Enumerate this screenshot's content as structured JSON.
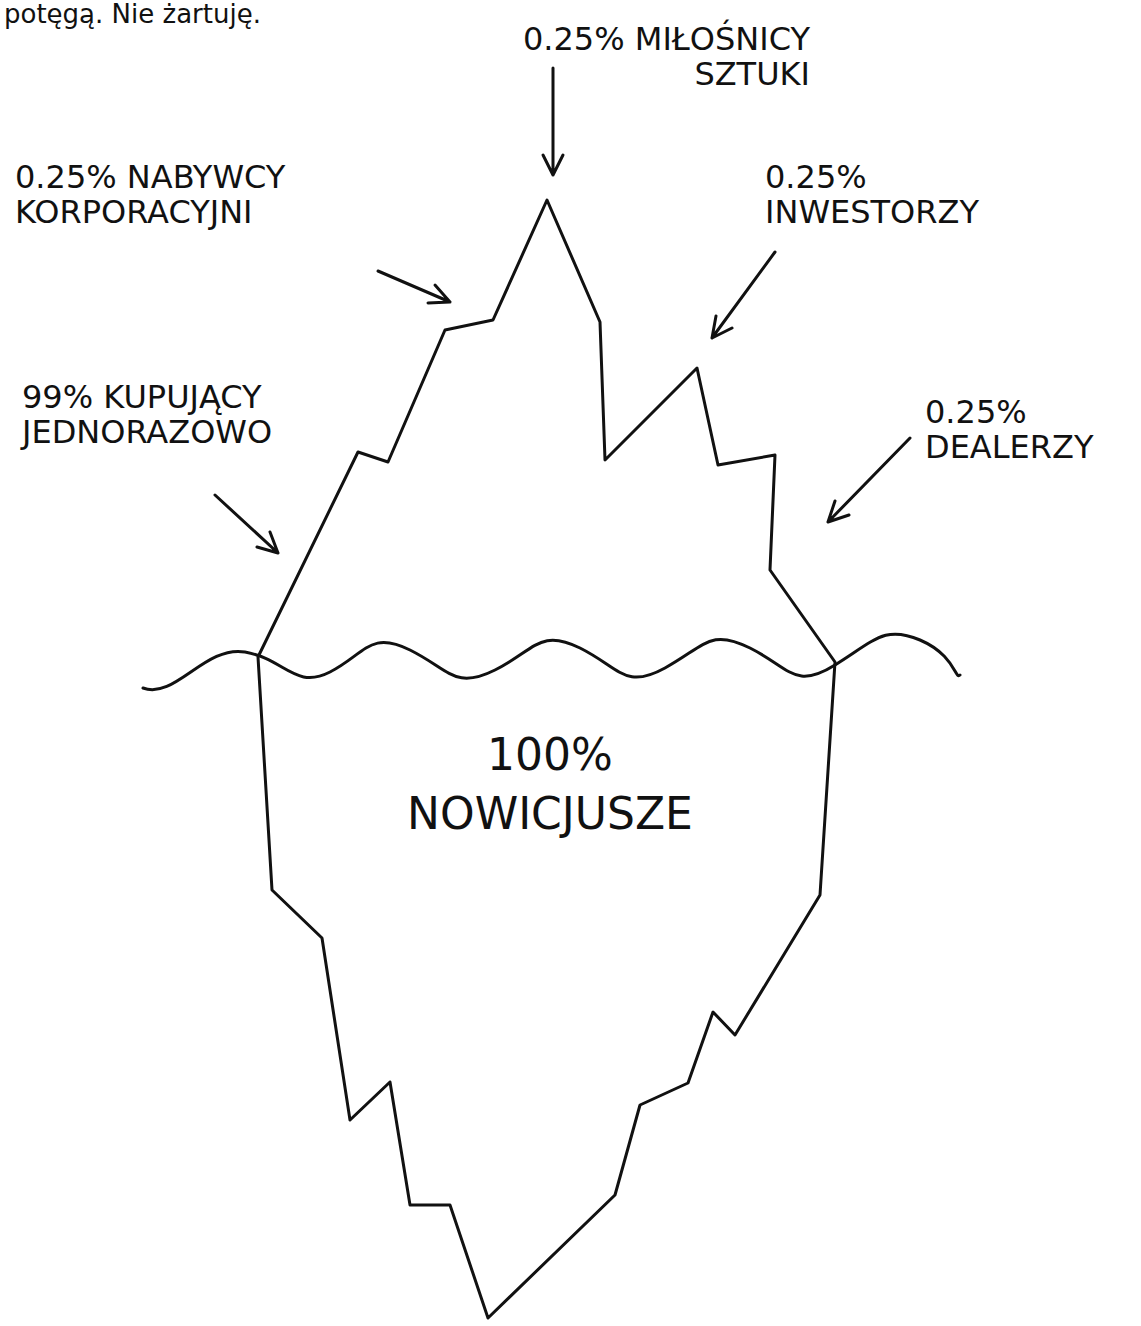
{
  "diagram": {
    "nodes": [
      {
        "text": [
          "100% NOWICJUSZE"
        ]
      }
    ],
    "labels": [
      "potęgą. Nie żartuję.",
      "0.25% MIŁOŚNICY SZTUKI",
      "0.25% NABYWCY KORPORACYJNI",
      "0.25% INWESTORZY",
      "99% KUPUJĄCY JEDNORAZOWO",
      "0.25% DEALERZY"
    ]
  }
}
